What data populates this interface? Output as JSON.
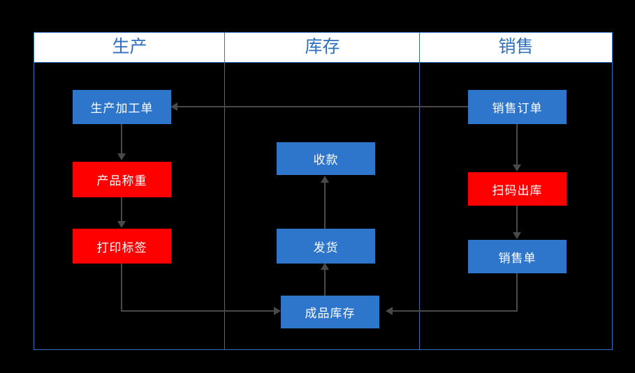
{
  "diagram": {
    "background_color": "#000000",
    "frame_color": "#2E6FC0",
    "node_blue": "#2E75CC",
    "node_red": "#FF0000",
    "connector_color": "#494949",
    "lanes": [
      {
        "id": "production",
        "label": "生产"
      },
      {
        "id": "inventory",
        "label": "库存"
      },
      {
        "id": "sales",
        "label": "销售"
      }
    ],
    "nodes": [
      {
        "id": "production-order",
        "label": "生产加工单",
        "lane": "production",
        "color": "blue"
      },
      {
        "id": "product-weighing",
        "label": "产品称重",
        "lane": "production",
        "color": "red"
      },
      {
        "id": "print-label",
        "label": "打印标签",
        "lane": "production",
        "color": "red"
      },
      {
        "id": "payment-collection",
        "label": "收款",
        "lane": "inventory",
        "color": "blue"
      },
      {
        "id": "shipment",
        "label": "发货",
        "lane": "inventory",
        "color": "blue"
      },
      {
        "id": "finished-goods",
        "label": "成品库存",
        "lane": "inventory",
        "color": "blue"
      },
      {
        "id": "sales-order",
        "label": "销售订单",
        "lane": "sales",
        "color": "blue"
      },
      {
        "id": "scan-outbound",
        "label": "扫码出库",
        "lane": "sales",
        "color": "red"
      },
      {
        "id": "sales-receipt",
        "label": "销售单",
        "lane": "sales",
        "color": "blue"
      }
    ],
    "edges": [
      {
        "id": "edge-sales-order-to-production-order",
        "from": "sales-order",
        "to": "production-order"
      },
      {
        "id": "edge-production-order-to-weighing",
        "from": "production-order",
        "to": "product-weighing"
      },
      {
        "id": "edge-weighing-to-print-label",
        "from": "product-weighing",
        "to": "print-label"
      },
      {
        "id": "edge-print-label-to-finished-goods",
        "from": "print-label",
        "to": "finished-goods"
      },
      {
        "id": "edge-finished-goods-to-shipment",
        "from": "finished-goods",
        "to": "shipment"
      },
      {
        "id": "edge-shipment-to-payment",
        "from": "shipment",
        "to": "payment-collection"
      },
      {
        "id": "edge-sales-order-to-scan-outbound",
        "from": "sales-order",
        "to": "scan-outbound"
      },
      {
        "id": "edge-scan-outbound-to-receipt",
        "from": "scan-outbound",
        "to": "sales-receipt"
      },
      {
        "id": "edge-receipt-to-finished-goods",
        "from": "sales-receipt",
        "to": "finished-goods"
      }
    ]
  }
}
